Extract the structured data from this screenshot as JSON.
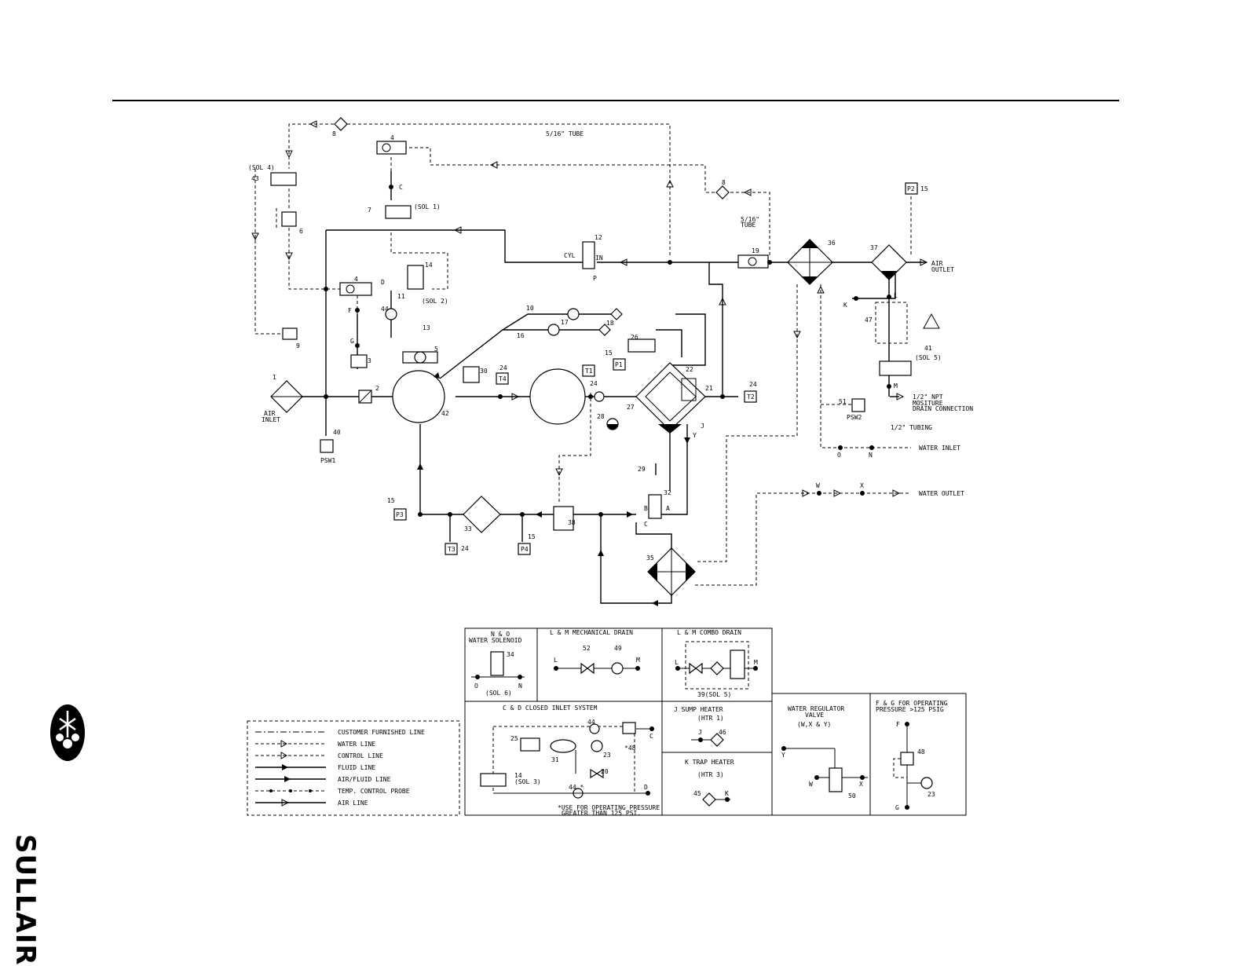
{
  "brand": {
    "name": "SULLAIR"
  },
  "labels": {
    "tube_top": "5/16\" TUBE",
    "tube_right_1": "5/16\"",
    "tube_right_2": "TUBE",
    "sol4": "(SOL 4)",
    "sol1": "(SOL 1)",
    "sol2": "(SOL 2)",
    "sol5": "(SOL 5)",
    "cyl": "CYL",
    "in": "IN",
    "p": "P",
    "air_inlet_1": "AIR",
    "air_inlet_2": "INLET",
    "air_outlet_1": "AIR",
    "air_outlet_2": "OUTLET",
    "psw1": "PSW1",
    "psw2": "PSW2",
    "npt_1": "1/2\" NPT",
    "npt_2": "MOSITURE",
    "npt_3": "DRAIN CONNECTION",
    "tubing": "1/2\" TUBING",
    "water_inlet": "WATER INLET",
    "water_outlet": "WATER OUTLET"
  },
  "letters": [
    "C",
    "D",
    "F",
    "G",
    "K",
    "L",
    "M",
    "O",
    "N",
    "W",
    "X",
    "J",
    "Y",
    "A",
    "B",
    "C"
  ],
  "numbers": {
    "n1": "1",
    "n2": "2",
    "n3": "3",
    "n4a": "4",
    "n4b": "4",
    "n5": "5",
    "n6": "6",
    "n7": "7",
    "n8a": "8",
    "n8b": "8",
    "n9": "9",
    "n10": "10",
    "n11": "11",
    "n12": "12",
    "n13": "13",
    "n14": "14",
    "n15a": "15",
    "n15b": "15",
    "n15c": "15",
    "n15d": "15",
    "n16": "16",
    "n17": "17",
    "n18": "18",
    "n19": "19",
    "n21": "21",
    "n22": "22",
    "n24a": "24",
    "n24b": "24",
    "n24c": "24",
    "n24d": "24",
    "n26": "26",
    "n27": "27",
    "n28": "28",
    "n29": "29",
    "n30": "30",
    "n32": "32",
    "n33": "33",
    "n35": "35",
    "n36": "36",
    "n37": "37",
    "n38": "38",
    "n40": "40",
    "n41": "41",
    "n42": "42",
    "n43": "43",
    "n44": "44",
    "n47": "47",
    "n51": "51"
  },
  "sensors": {
    "t1": "T1",
    "t2": "T2",
    "t3": "T3",
    "t4": "T4",
    "p1": "P1",
    "p2": "P2",
    "p3": "P3",
    "p4": "P4"
  },
  "legend": [
    {
      "label": "CUSTOMER FURNISHED LINE",
      "style": "dashdot"
    },
    {
      "label": "WATER LINE",
      "style": "water"
    },
    {
      "label": "CONTROL LINE",
      "style": "control"
    },
    {
      "label": "FLUID LINE",
      "style": "fluid"
    },
    {
      "label": "AIR/FLUID LINE",
      "style": "airfluid"
    },
    {
      "label": "TEMP. CONTROL PROBE",
      "style": "probe"
    },
    {
      "label": "AIR LINE",
      "style": "air"
    }
  ],
  "options": {
    "no_title_1": "N & O",
    "no_title_2": "WATER SOLENOID",
    "no_num": "34",
    "no_o": "O",
    "no_n": "N",
    "no_sol": "(SOL 6)",
    "lm_mech_title": "L & M MECHANICAL DRAIN",
    "lm_mech_52": "52",
    "lm_mech_49": "49",
    "lm_mech_l": "L",
    "lm_mech_m": "M",
    "lm_combo_title": "L & M COMBO DRAIN",
    "lm_combo_l": "L",
    "lm_combo_m": "M",
    "lm_combo_sol": "39(SOL 5)",
    "cd_title": "C & D  CLOSED INLET SYSTEM",
    "cd_44a": "44",
    "cd_25": "25",
    "cd_31": "31",
    "cd_23": "23",
    "cd_48": "*48",
    "cd_c": "C",
    "cd_20": "20",
    "cd_14": "14",
    "cd_sol3": "(SOL 3)",
    "cd_44b": "44 *",
    "cd_d": "D",
    "cd_note_1": "*USE FOR OPERATING PRESSURE",
    "cd_note_2": "GREATER THAN 125 PSI.",
    "j_title": "J SUMP HEATER",
    "j_htr": "(HTR 1)",
    "j_j": "J",
    "j_46": "46",
    "k_title": "K TRAP HEATER",
    "k_htr": "(HTR 3)",
    "k_45": "45",
    "k_k": "K",
    "wr_title_1": "WATER REGULATOR",
    "wr_title_2": "VALVE",
    "wr_title_3": "(W,X & Y)",
    "wr_y": "Y",
    "wr_w": "W",
    "wr_x": "X",
    "wr_50": "50",
    "fg_title_1": "F & G FOR OPERATING",
    "fg_title_2": "PRESSURE >125 PSIG",
    "fg_f": "F",
    "fg_48": "48",
    "fg_23": "23",
    "fg_g": "G"
  }
}
